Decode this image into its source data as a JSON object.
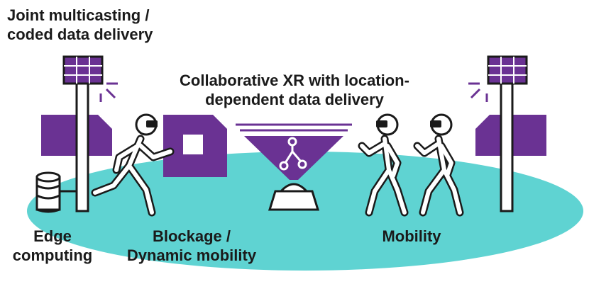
{
  "labels": {
    "joint_multicasting": [
      "Joint multicasting /",
      "coded data delivery"
    ],
    "collaborative_xr": [
      "Collaborative XR with location-",
      "dependent data delivery"
    ],
    "edge_computing": [
      "Edge",
      "computing"
    ],
    "blockage": [
      "Blockage /",
      "Dynamic mobility"
    ],
    "mobility": [
      "Mobility"
    ]
  },
  "icons": {
    "left_tower": "antenna-tower-icon",
    "right_tower": "antenna-tower-icon",
    "server": "database-server-icon",
    "projector": "projector-icon",
    "xr_content": "network-nodes-icon",
    "runner": "running-person-vr-icon",
    "walker_a": "walking-person-vr-icon",
    "walker_b": "walking-person-vr-icon",
    "blocker": "building-blockage-icon"
  },
  "colors": {
    "floor": "#5fd3d2",
    "purple": "#6a3293",
    "ink": "#1a1a1a",
    "white": "#ffffff"
  }
}
